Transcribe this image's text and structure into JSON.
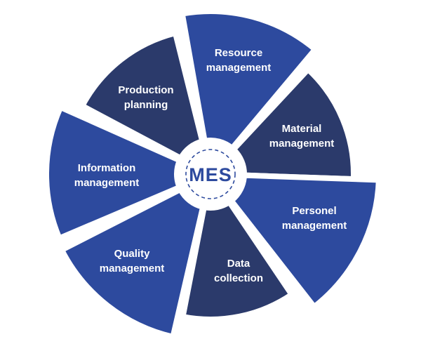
{
  "center": {
    "label": "MES"
  },
  "segments": [
    {
      "line1": "Resource",
      "line2": "management",
      "tone": "light"
    },
    {
      "line1": "Material",
      "line2": "management",
      "tone": "dark"
    },
    {
      "line1": "Personel",
      "line2": "management",
      "tone": "light"
    },
    {
      "line1": "Data",
      "line2": "collection",
      "tone": "dark"
    },
    {
      "line1": "Quality",
      "line2": "management",
      "tone": "light"
    },
    {
      "line1": "Information",
      "line2": "management",
      "tone": "light"
    },
    {
      "line1": "Production",
      "line2": "planning",
      "tone": "dark"
    }
  ],
  "colors": {
    "light": "#2D4A9E",
    "dark": "#2B3A6B",
    "background": "#FFFFFF"
  }
}
